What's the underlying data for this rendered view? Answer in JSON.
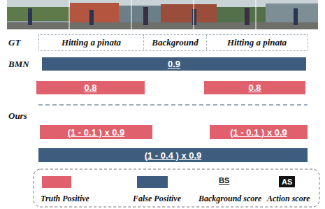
{
  "diagram": {
    "nodes": [
      {
        "text": [
          "GT"
        ]
      },
      {
        "text": [
          "Hitting a pinata"
        ],
        "in": 0
      },
      {
        "text": [
          "Background"
        ],
        "in": 0
      },
      {
        "text": [
          "Hitting a pinata"
        ],
        "in": 0
      },
      {
        "text": [
          "0.9"
        ]
      },
      {
        "text": [
          "0.8"
        ]
      },
      {
        "text": [
          "0.8"
        ]
      },
      {
        "text": [
          "(1 - 0.1 ) x 0.9"
        ]
      },
      {
        "text": [
          "(1 - 0.1 ) x 0.9"
        ]
      },
      {
        "text": [
          "(1 - 0.4 ) x 0.9"
        ]
      }
    ],
    "labels": [
      "BMN",
      "Ours",
      "BS",
      "AS"
    ],
    "legend": [
      {
        "text": "Truth Positive",
        "color": "#e0606e"
      },
      {
        "text": "False Positive",
        "color": "#3e5c7e"
      },
      {
        "text": "Background score"
      },
      {
        "text": "Action score"
      }
    ]
  }
}
